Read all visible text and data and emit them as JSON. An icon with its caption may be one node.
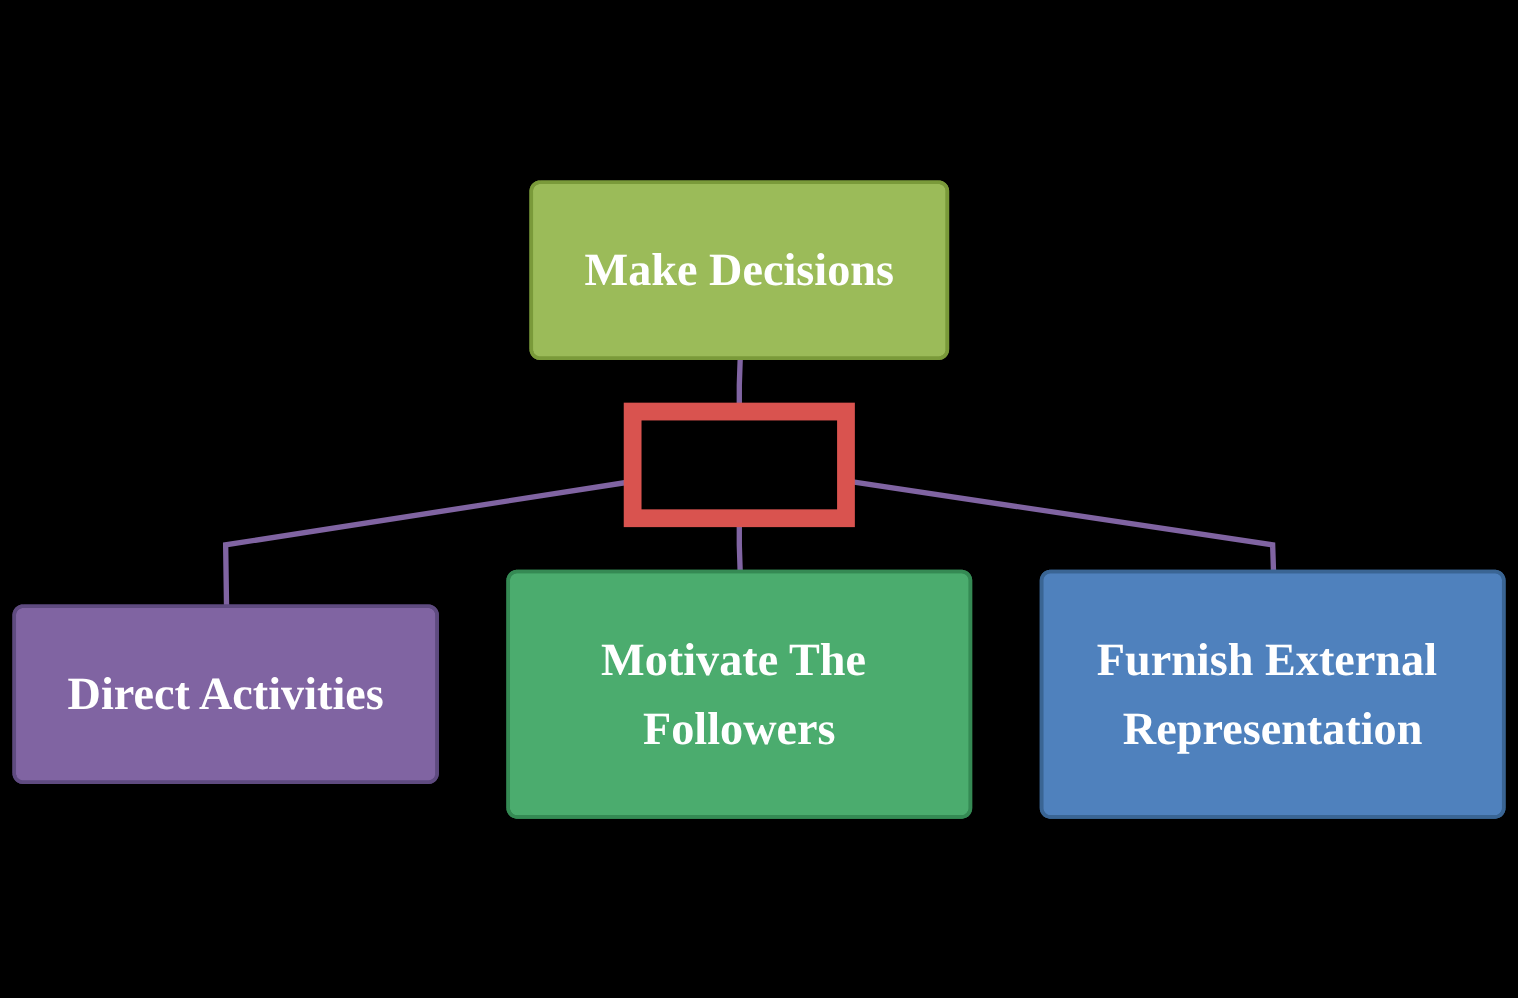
{
  "diagram": {
    "nodes": [
      {
        "text": [
          "Make Decisions"
        ]
      },
      {
        "text": [
          "Direct Activities"
        ]
      },
      {
        "text": [],
        "shape": "box"
      },
      {
        "text": [
          "Motivate The Followers"
        ]
      },
      {
        "text": [
          "Furnish External Representation"
        ]
      }
    ],
    "edges": [
      {
        "from": 0,
        "to": 2,
        "arrow": "none"
      },
      {
        "from": 2,
        "to": 1,
        "arrow": "none"
      },
      {
        "from": 2,
        "to": 3,
        "arrow": "none"
      },
      {
        "from": 2,
        "to": 4,
        "arrow": "none"
      }
    ]
  }
}
